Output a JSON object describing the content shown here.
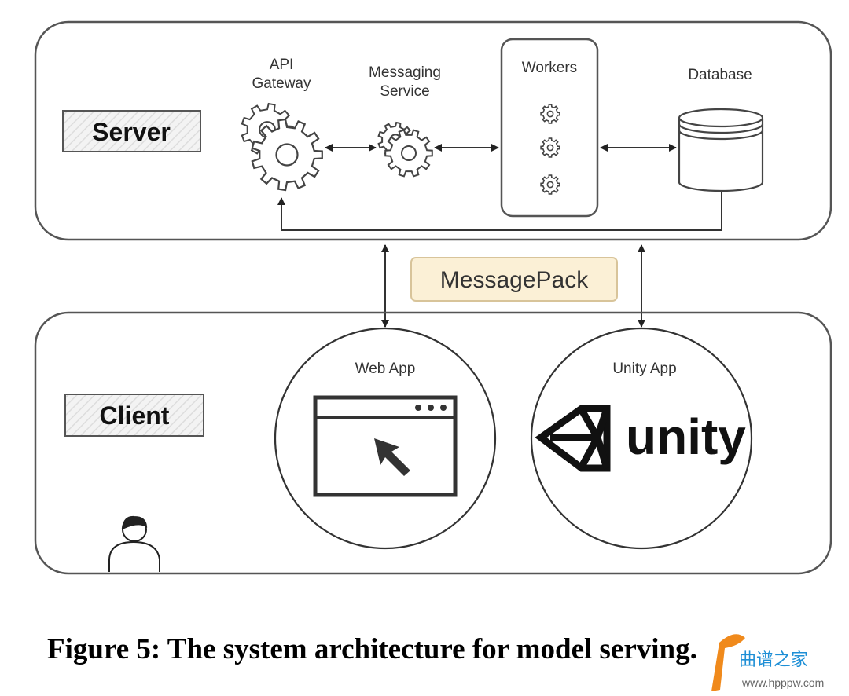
{
  "server": {
    "label": "Server",
    "components": {
      "api_gateway": [
        "API",
        "Gateway"
      ],
      "messaging_service": [
        "Messaging",
        "Service"
      ],
      "workers": "Workers",
      "database": "Database"
    }
  },
  "protocol": {
    "label": "MessagePack",
    "fill": "#fbf0d6"
  },
  "client": {
    "label": "Client",
    "web_app": "Web App",
    "unity_app": "Unity App",
    "unity_logo_text": "unity"
  },
  "caption": "Figure 5: The system architecture for model serving.",
  "watermark": {
    "chinese": "曲谱之家",
    "url": "www.hpppw.com"
  }
}
